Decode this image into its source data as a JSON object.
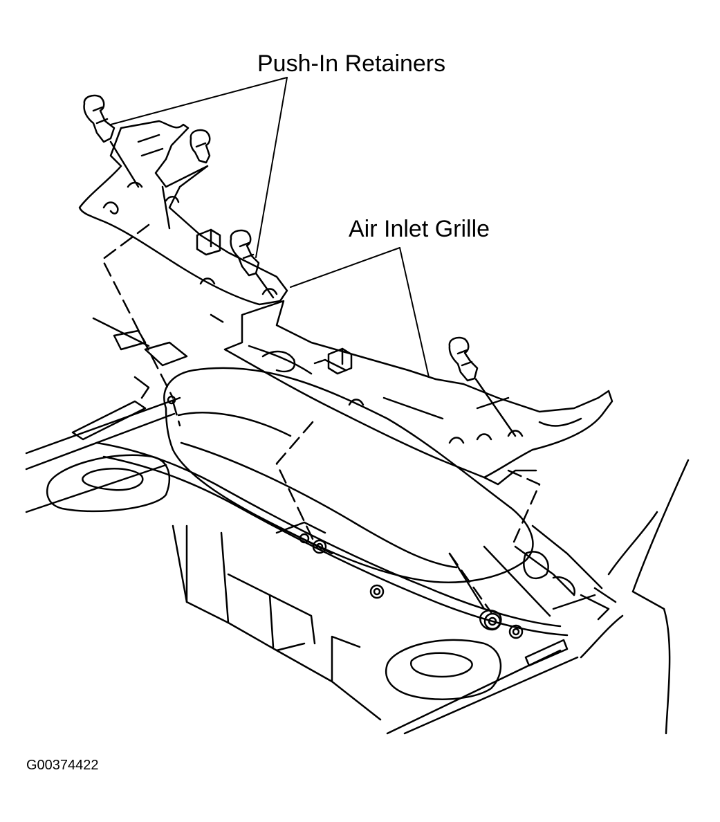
{
  "labels": {
    "push_in_retainers": "Push-In Retainers",
    "air_inlet_grille": "Air Inlet Grille"
  },
  "figure_id": "G00374422",
  "colors": {
    "line": "#000000",
    "background": "#ffffff"
  }
}
